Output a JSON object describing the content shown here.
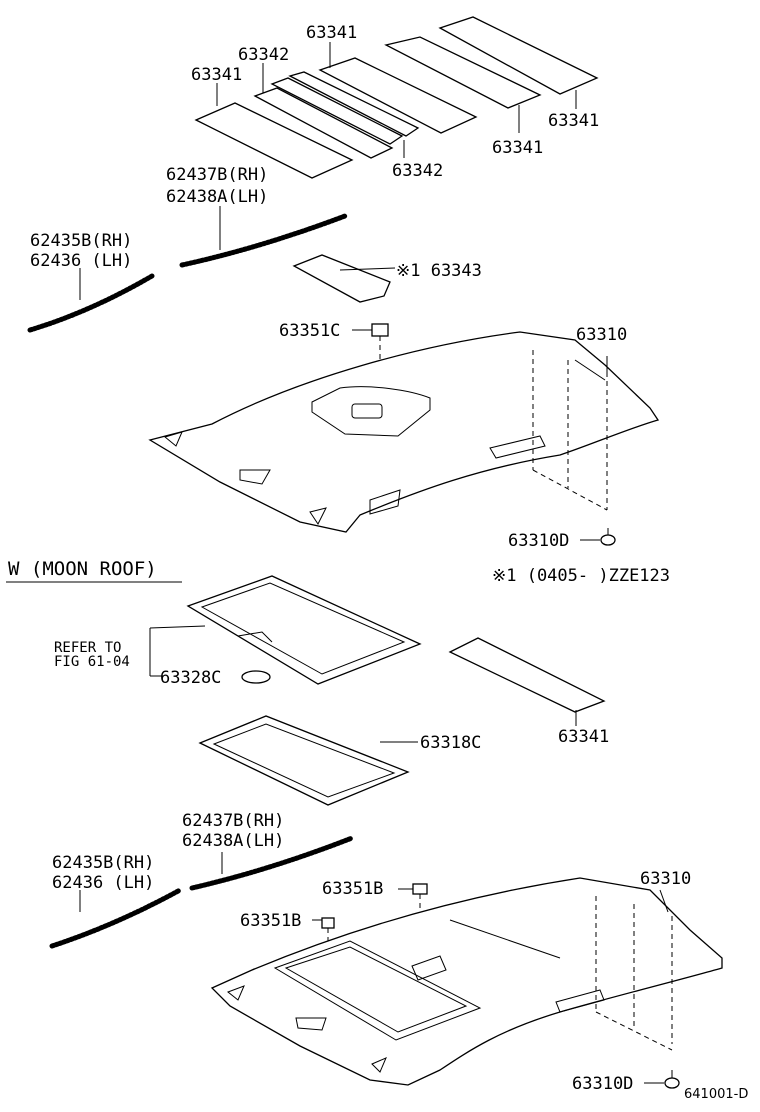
{
  "labels": {
    "p63341_a": "63341",
    "p63342_a": "63342",
    "p63341_b": "63341",
    "p63341_c": "63341",
    "p63341_d": "63341",
    "p63342_b": "63342",
    "assist_rh_1": "62437B(RH)",
    "assist_lh_1": "62438A(LH)",
    "visor_rh_1": "62435B(RH)",
    "visor_lh_1": "62436  (LH)",
    "p63343": "※1 63343",
    "p63351c": "63351C",
    "p63310_a": "63310",
    "p63310d_a": "63310D",
    "section_title": "W (MOON  ROOF)",
    "note": "※1 (0405-      )ZZE123",
    "refer_1": "REFER TO",
    "refer_2": "FIG  61-04",
    "p63328c": "63328C",
    "p63341_e": "63341",
    "p63318c": "63318C",
    "assist_rh_2": "62437B(RH)",
    "assist_lh_2": "62438A(LH)",
    "visor_rh_2": "62435B(RH)",
    "visor_lh_2": "62436  (LH)",
    "p63351b_a": "63351B",
    "p63351b_b": "63351B",
    "p63310_b": "63310",
    "p63310d_b": "63310D",
    "diagram_code": "641001-D"
  }
}
